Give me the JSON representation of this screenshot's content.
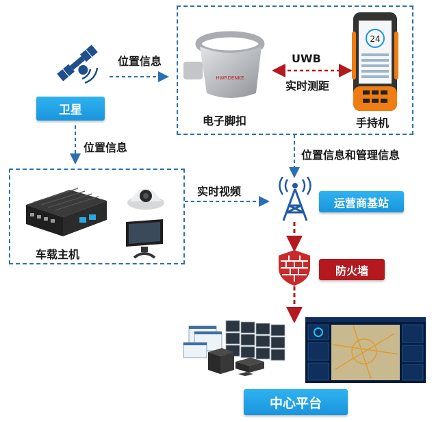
{
  "nodes": {
    "satellite": "卫星",
    "anklet": "电子脚扣",
    "handheld": "手持机",
    "vehicle_host": "车载主机",
    "base_station": "运营商基站",
    "firewall": "防火墙",
    "platform": "中心平台"
  },
  "edges": {
    "sat_to_anklet": "位置信息",
    "sat_to_vehicle": "位置信息",
    "uwb": "UWB",
    "ranging": "实时测距",
    "to_base_station": "位置信息和管理信息",
    "video": "实时视频"
  },
  "device_text": {
    "handheld_reading": "24",
    "anklet_brand": "HWRDENKE"
  },
  "colors": {
    "blue_accent": "#1a95dd",
    "dashed_line": "#2a6fb4",
    "firewall_red": "#b3191e"
  }
}
